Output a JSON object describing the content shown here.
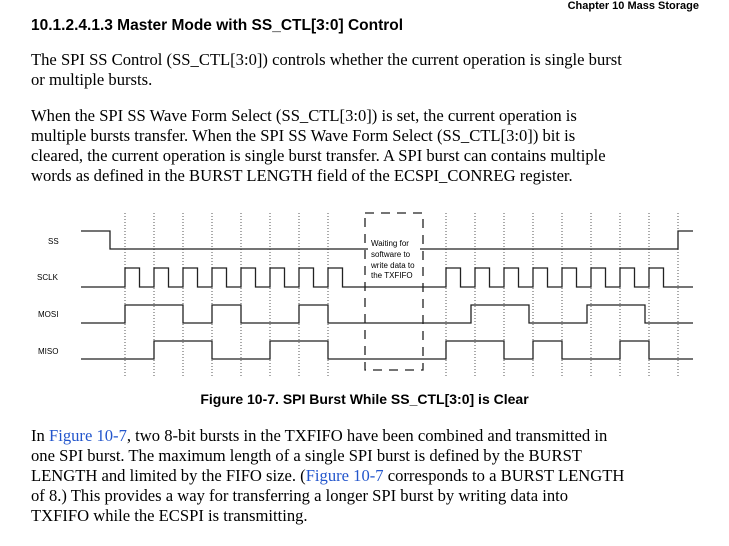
{
  "header": "Chapter 10 Mass Storage",
  "heading": "10.1.2.4.1.3   Master Mode with SS_CTL[3:0] Control",
  "para1": [
    "The SPI SS Control (SS_CTL[3:0]) controls whether the current operation is single burst",
    "or multiple bursts."
  ],
  "para2": [
    "When the SPI SS Wave Form Select (SS_CTL[3:0]) is set, the current operation is",
    "multiple bursts transfer. When the SPI SS Wave Form Select (SS_CTL[3:0]) bit is",
    "cleared, the current operation is single burst transfer. A SPI burst can contains multiple",
    "words as defined in the BURST LENGTH field of the ECSPI_CONREG register."
  ],
  "figure": {
    "signals": [
      "SS",
      "SCLK",
      "MOSI",
      "MISO"
    ],
    "note": [
      "Waiting for",
      "software to",
      "write data to",
      "the TXFIFO"
    ],
    "caption": "Figure 10-7. SPI Burst While SS_CTL[3:0] is Clear"
  },
  "para3": {
    "l1a": "In ",
    "link1": "Figure 10-7",
    "l1b": ", two 8-bit bursts in the TXFIFO have been combined and transmitted in",
    "l2": "one SPI burst. The maximum length of a single SPI burst is defined by the BURST",
    "l3a": "LENGTH and limited by the FIFO size. (",
    "link2": "Figure 10-7",
    "l3b": " corresponds to a BURST LENGTH",
    "l4": "of 8.) This provides a way for transferring a longer SPI burst by writing data into",
    "l5": "TXFIFO while the ECSPI is transmitting."
  }
}
